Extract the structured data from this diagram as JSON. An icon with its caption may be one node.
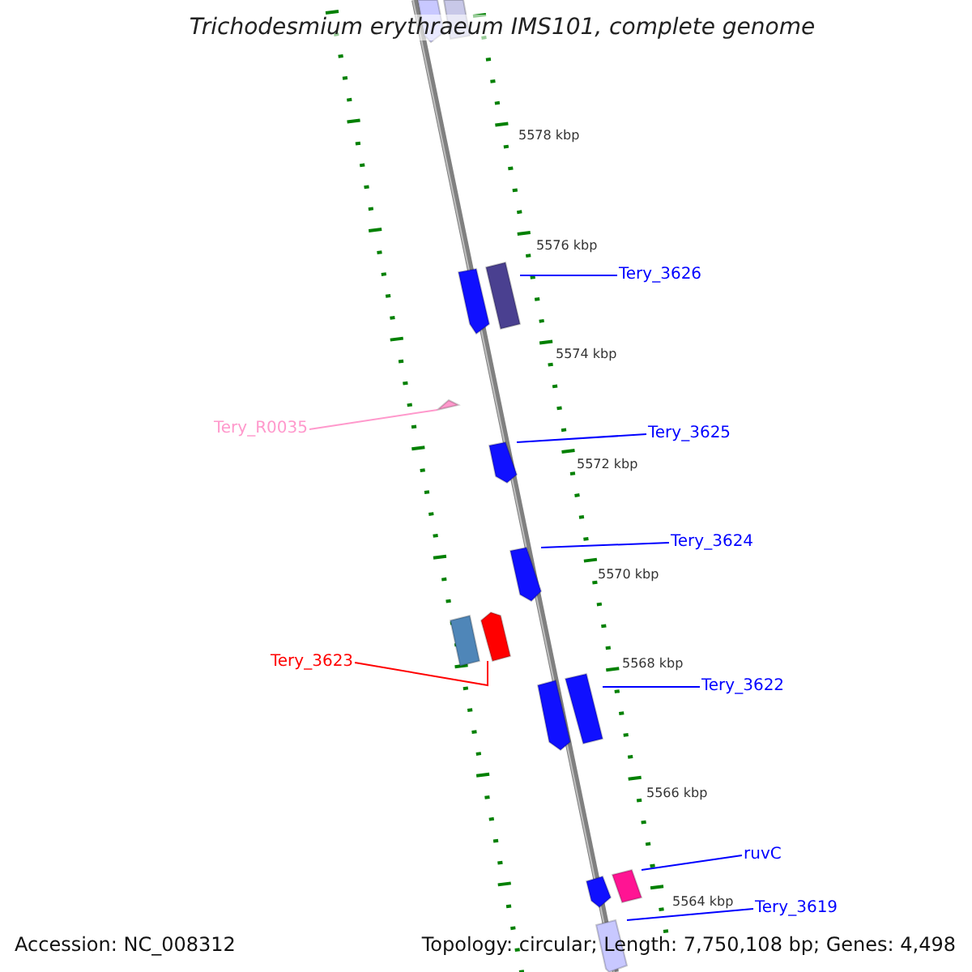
{
  "diagram": {
    "title": "Trichodesmium erythraeum IMS101, complete genome",
    "nodes": [
      {
        "text": [],
        "shape": "picture"
      },
      {
        "text": [],
        "shape": "picture"
      },
      {
        "text": [
          "Tery_3626"
        ]
      },
      {
        "text": [],
        "shape": "picture"
      },
      {
        "text": [],
        "shape": "picture"
      },
      {
        "text": [
          "Tery_R0035"
        ]
      },
      {
        "text": [],
        "shape": "picture"
      },
      {
        "text": [
          "Tery_3625"
        ]
      },
      {
        "text": [],
        "shape": "picture"
      },
      {
        "text": [
          "Tery_3624"
        ]
      },
      {
        "text": [],
        "shape": "picture"
      },
      {
        "text": [
          "Tery_3623"
        ]
      },
      {
        "text": [],
        "shape": "picture"
      },
      {
        "text": [],
        "shape": "picture"
      },
      {
        "text": [
          "Tery_3622"
        ]
      },
      {
        "text": [],
        "shape": "picture"
      },
      {
        "text": [],
        "shape": "picture"
      },
      {
        "text": [
          "ruvC"
        ]
      },
      {
        "text": [],
        "shape": "picture"
      },
      {
        "text": [],
        "shape": "picture"
      },
      {
        "text": [
          "Tery_3619"
        ]
      },
      {
        "text": [],
        "shape": "picture"
      }
    ],
    "edges": [
      {
        "from": 2,
        "to": 4,
        "arrow": "none"
      },
      {
        "from": 5,
        "to": 6,
        "arrow": "none",
        "color": "#ff99cc"
      },
      {
        "from": 7,
        "to": 8,
        "arrow": "none"
      },
      {
        "from": 9,
        "to": 10,
        "arrow": "none"
      },
      {
        "from": 11,
        "to": 13,
        "arrow": "none",
        "color": "#ff0000"
      },
      {
        "from": 14,
        "to": 16,
        "arrow": "none"
      },
      {
        "from": 17,
        "to": 19,
        "arrow": "none"
      },
      {
        "from": 20,
        "to": 21,
        "arrow": "none"
      }
    ],
    "labels": [
      "5578 kbp",
      "5576 kbp",
      "5574 kbp",
      "5572 kbp",
      "5570 kbp",
      "5568 kbp",
      "5566 kbp",
      "5564 kbp",
      "Accession: NC_008312",
      "Topology: circular; Length: 7,750,108 bp; Genes: 4,498"
    ]
  }
}
